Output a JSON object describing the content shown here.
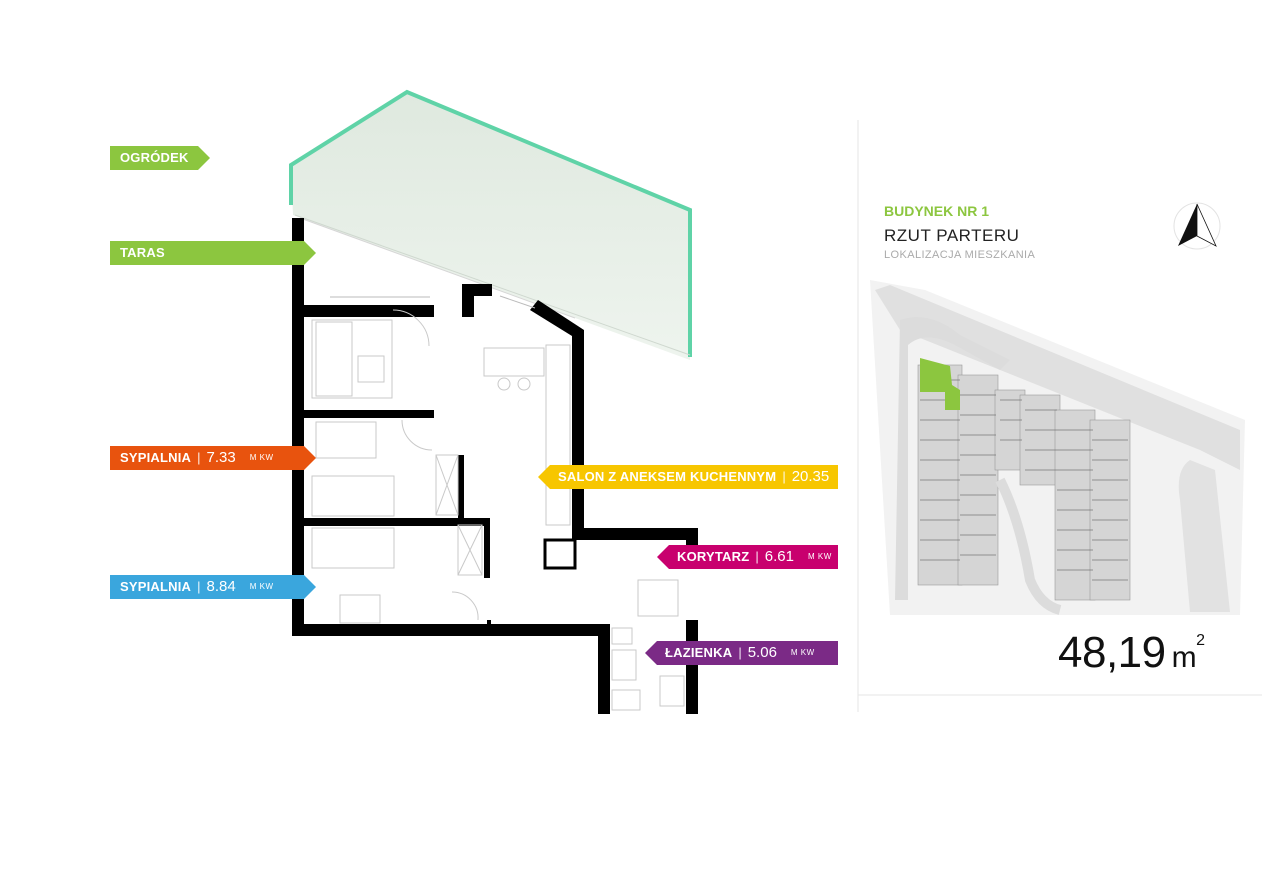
{
  "labels": {
    "ogrodek": "OGRÓDEK",
    "taras": "TARAS",
    "sypialnia1": {
      "name": "SYPIALNIA",
      "value": "7.33",
      "unit": "M KW"
    },
    "sypialnia2": {
      "name": "SYPIALNIA",
      "value": "8.84",
      "unit": "M KW"
    },
    "salon": {
      "name": "SALON Z ANEKSEM KUCHENNYM",
      "value": "20.35",
      "unit": "M KW"
    },
    "korytarz": {
      "name": "KORYTARZ",
      "value": "6.61",
      "unit": "M KW"
    },
    "lazienka": {
      "name": "ŁAZIENKA",
      "value": "5.06",
      "unit": "M KW"
    }
  },
  "sidebar": {
    "building": "BUDYNEK NR 1",
    "floor": "RZUT PARTERU",
    "location_caption": "LOKALIZACJA MIESZKANIA"
  },
  "total_area": {
    "value": "48,19",
    "unit": "m",
    "sup": "2"
  },
  "colors": {
    "ogrodek": "#8cc63f",
    "taras": "#8cc63f",
    "sypialnia1": "#e8530e",
    "sypialnia2": "#3aa6dd",
    "salon": "#f7c600",
    "korytarz": "#c8006e",
    "lazienka": "#7b2a86",
    "garden_fill": "#e5efe6",
    "garden_border": "#5fd3a7",
    "walls": "#000000",
    "highlight": "#8cc63f"
  },
  "icons": {
    "north_arrow": "compass-north-icon"
  }
}
